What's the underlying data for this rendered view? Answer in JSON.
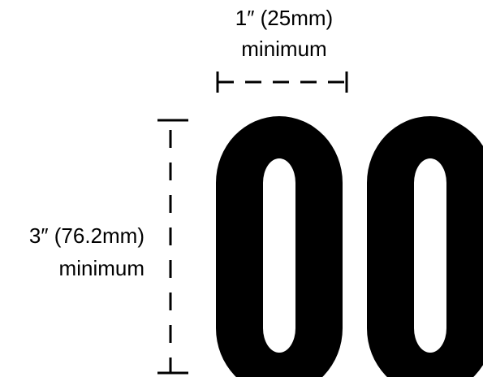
{
  "width_dimension": {
    "value_text": "1″ (25mm)",
    "qualifier_text": "minimum"
  },
  "height_dimension": {
    "value_text": "3″ (76.2mm)",
    "qualifier_text": "minimum"
  },
  "numerals": {
    "text": "00",
    "color": "#000000"
  }
}
